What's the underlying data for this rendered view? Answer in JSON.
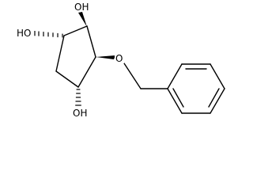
{
  "molecule": {
    "labels": {
      "oh_top": "OH",
      "oh_left": "HO",
      "o_ether": "O",
      "oh_bottom": "OH"
    }
  }
}
